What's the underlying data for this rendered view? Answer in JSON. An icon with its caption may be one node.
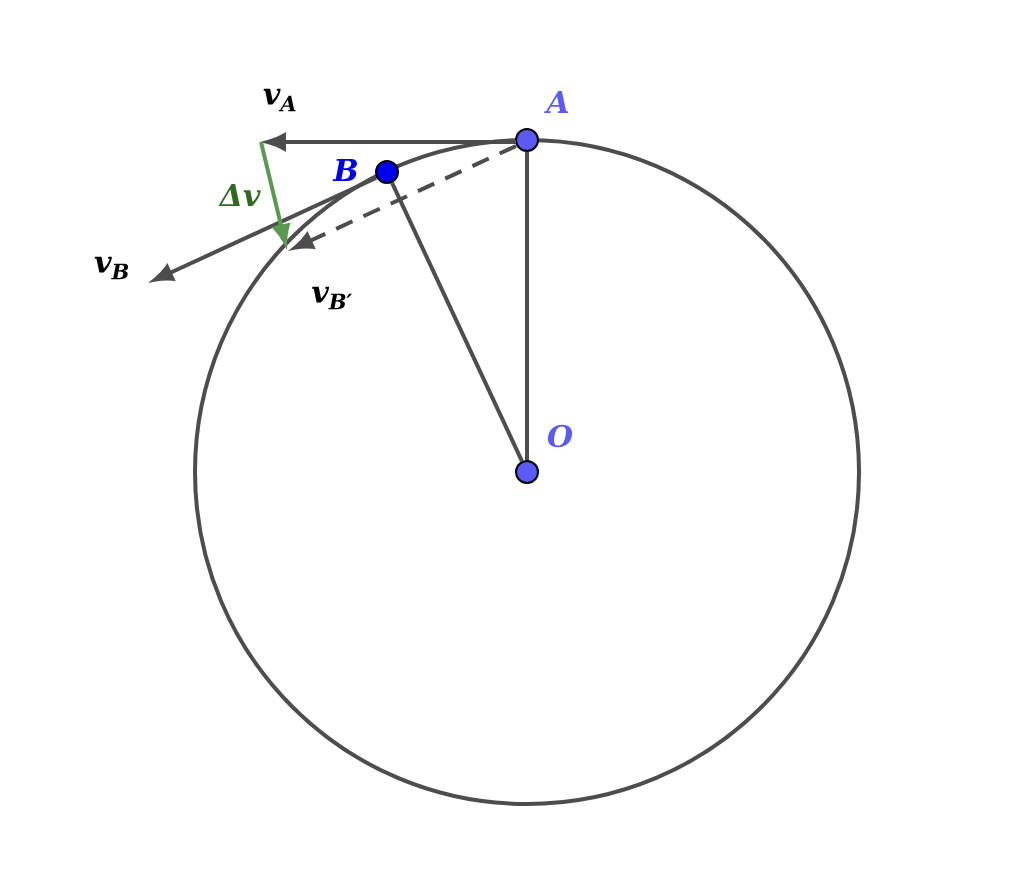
{
  "diagram": {
    "nodes": [
      {
        "text": [],
        "shape": "circle",
        "beside": [
          "A"
        ]
      },
      {
        "text": [],
        "shape": "circle",
        "beside": [
          "B"
        ]
      },
      {
        "text": [],
        "shape": "circle",
        "beside": [
          "O"
        ]
      }
    ],
    "edges": [
      {
        "from": 2,
        "to": 0,
        "arrow": "none"
      },
      {
        "from": 2,
        "to": 1,
        "arrow": "none"
      }
    ],
    "labels": [
      "v$_{A}$",
      "Δv",
      "v$_{B}$",
      "v$_{B′}$"
    ]
  }
}
